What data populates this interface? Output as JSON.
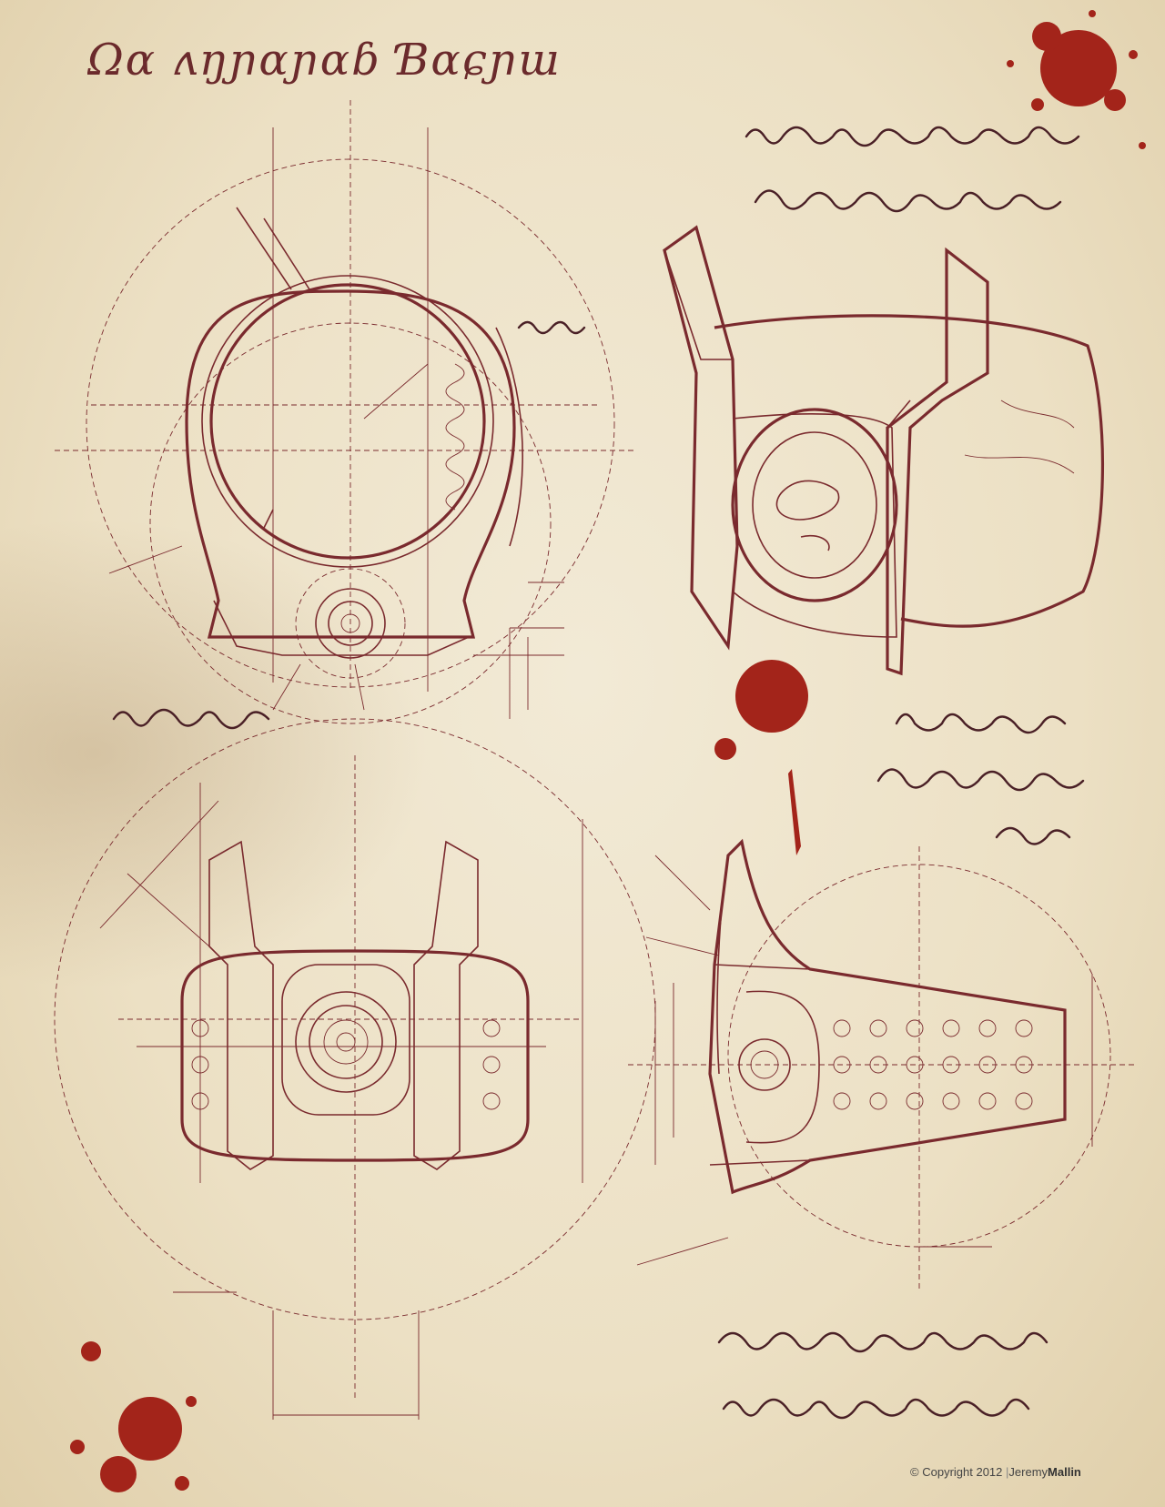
{
  "title": "Ωα ʌŋɲɑɲɑɓ Ɓɑɕɲɯ",
  "copyright": {
    "symbol": "©",
    "text": "Copyright 2012",
    "name_light": "Jeremy",
    "name_bold": "Mallin"
  },
  "colors": {
    "ink": "#7a2a2e",
    "paper": "#ede2c8",
    "blood": "#a3241a"
  },
  "icons": [
    "blood-splatter-icon",
    "blood-drop-icon"
  ]
}
